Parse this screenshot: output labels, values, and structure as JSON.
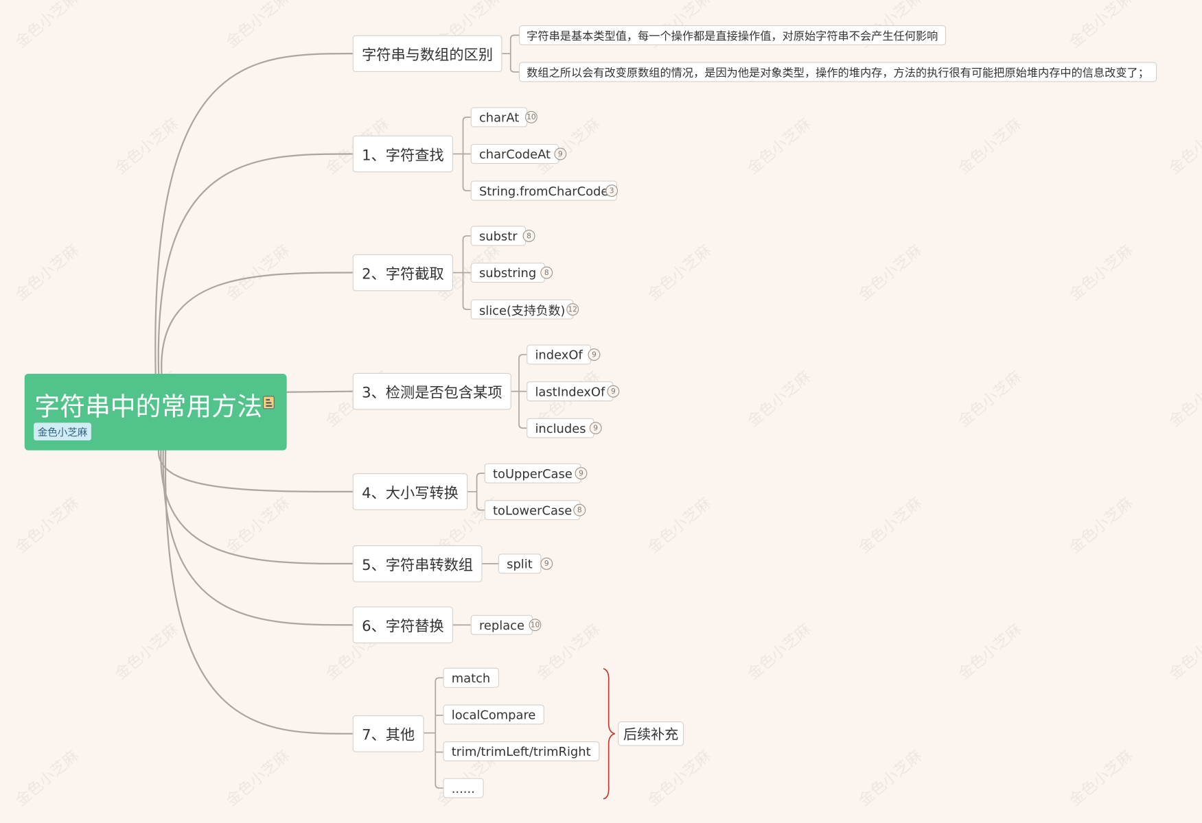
{
  "root": {
    "title": "字符串中的常用方法",
    "tag": "金色小芝麻",
    "icon": "note-icon"
  },
  "watermark": "金色小芝麻",
  "branches": [
    {
      "label": "字符串与数组的区别",
      "children": [
        {
          "label": "字符串是基本类型值，每一个操作都是直接操作值，对原始字符串不会产生任何影响"
        },
        {
          "label": "数组之所以会有改变原数组的情况，是因为他是对象类型，操作的堆内存，方法的执行很有可能把原始堆内存中的信息改变了；"
        }
      ]
    },
    {
      "label": "1、字符查找",
      "children": [
        {
          "label": "charAt",
          "count": "10"
        },
        {
          "label": "charCodeAt",
          "count": "9"
        },
        {
          "label": "String.fromCharCode",
          "count": "3"
        }
      ]
    },
    {
      "label": "2、字符截取",
      "children": [
        {
          "label": "substr",
          "count": "8"
        },
        {
          "label": "substring",
          "count": "8"
        },
        {
          "label": "slice(支持负数)",
          "count": "12"
        }
      ]
    },
    {
      "label": "3、检测是否包含某项",
      "children": [
        {
          "label": "indexOf",
          "count": "9"
        },
        {
          "label": "lastIndexOf",
          "count": "9"
        },
        {
          "label": "includes",
          "count": "9"
        }
      ]
    },
    {
      "label": "4、大小写转换",
      "children": [
        {
          "label": "toUpperCase",
          "count": "9"
        },
        {
          "label": "toLowerCase",
          "count": "8"
        }
      ]
    },
    {
      "label": "5、字符串转数组",
      "children": [
        {
          "label": "split",
          "count": "9"
        }
      ]
    },
    {
      "label": "6、字符替换",
      "children": [
        {
          "label": "replace",
          "count": "10"
        }
      ]
    },
    {
      "label": "7、其他",
      "children": [
        {
          "label": "match"
        },
        {
          "label": "localCompare"
        },
        {
          "label": "trim/trimLeft/trimRight"
        },
        {
          "label": "......"
        }
      ],
      "summary": "后续补充"
    }
  ],
  "colors": {
    "root": "#52c48b",
    "line": "#aaa5a0",
    "brace": "#c0392b",
    "background": "#fbf4ef"
  }
}
